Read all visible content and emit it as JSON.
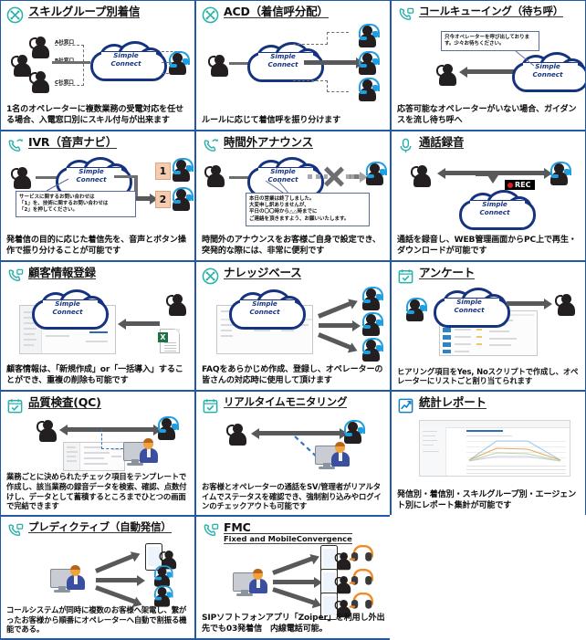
{
  "page": {
    "columns": 3,
    "rows": 5,
    "brand_cloud_label_line1": "Simple",
    "brand_cloud_label_line2": "Connect",
    "colors": {
      "border_blue": "#2159a5",
      "cloud_navy": "#15337f",
      "icon_teal": "#29b0ab",
      "arrow_gray": "#58595b",
      "headset_blue": "#1f9ee0",
      "rec_red": "#e01b22",
      "highlight_yellow": "#fdf35a",
      "numbox_peach": "#f6ccb0",
      "headset_orange": "#f08a24"
    }
  },
  "cells": [
    {
      "id": "skill-group",
      "icon": "skill-node-icon",
      "title": "スキルグループ別着信",
      "subtitle": "",
      "description": "1名のオペレーターに複数業務の受電対応を任せる場合、入電窓口別にスキル付与が出来ます",
      "labels": [
        "A社窓口",
        "B社窓口",
        "C社窓口"
      ]
    },
    {
      "id": "acd",
      "icon": "skill-node-icon",
      "title": "ACD（着信呼分配）",
      "subtitle": "",
      "description": "ルールに応じて着信呼を振り分けます",
      "labels": []
    },
    {
      "id": "call-queuing",
      "icon": "phone-queue-icon",
      "title": "コールキューイング（待ち呼）",
      "subtitle": "",
      "description": "応答可能なオペレーターがいない場合、ガイダンスを流し待ち呼へ",
      "callout": "只今オペレーターを呼び出しております。少々お待ちください。",
      "labels": []
    },
    {
      "id": "ivr",
      "icon": "phone-forward-icon",
      "title": "IVR（音声ナビ）",
      "subtitle": "",
      "description": "発着信の目的に応じた着信先を、音声とボタン操作で振り分けることが可能です",
      "callout_lines": [
        "サービスに関するお問い合わせは",
        "「1」を、技術に関するお問い合わせは",
        "「2」を押してください。"
      ],
      "numbers": [
        "1",
        "2"
      ]
    },
    {
      "id": "after-hours",
      "icon": "phone-forward-icon",
      "title": "時間外アナウンス",
      "subtitle": "",
      "description": "時間外のアナウンスをお客様ご自身で設定でき、突発的な際には、非常に便利です",
      "callout_lines": [
        "本日の営業は終了しました。",
        "大変申し訳ありませんが、",
        "平日の〇〇時から△△時までに",
        "ご連絡を頂きますよう、お願いいたします。"
      ]
    },
    {
      "id": "call-recording",
      "icon": "microphone-icon",
      "title": "通話録音",
      "subtitle": "",
      "description": "通話を録音し、WEB管理画面からPC上で再生・ダウンロードが可能です",
      "badge": "REC"
    },
    {
      "id": "customer-registration",
      "icon": "phone-queue-icon",
      "title": "顧客情報登録",
      "subtitle": "",
      "description": "顧客情報は、「新規作成」or「一括導入」することができ、重複の削除も可能です"
    },
    {
      "id": "knowledge-base",
      "icon": "skill-node-icon",
      "title": "ナレッジベース",
      "subtitle": "",
      "description": "FAQをあらかじめ作成、登録し、オペレーターの皆さんの対応時に使用して頂けます"
    },
    {
      "id": "questionnaire",
      "icon": "checklist-icon",
      "title": "アンケート",
      "subtitle": "",
      "description": "ヒアリング項目をYes, Noスクリプトで作成し、オペレーターにリストごと割り当てられます"
    },
    {
      "id": "quality-check",
      "icon": "checklist-icon",
      "title": "品質検査(QC)",
      "subtitle": "",
      "description": "業務ごとに決められたチェック項目をテンプレートで作成し、該当業務の録音データを検索、確認、点数付けし、データとして蓄積するところまでひとつの画面で完結できます"
    },
    {
      "id": "realtime-monitoring",
      "icon": "checklist-icon",
      "title": "リアルタイムモニタリング",
      "subtitle": "",
      "description": "お客様とオペレーターの通話をSV/管理者がリアルタイムでステータスを確認でき、強制割り込みやログインのチェックアウトも可能です"
    },
    {
      "id": "statistics-report",
      "icon": "chart-report-icon",
      "title": "統計レポート",
      "subtitle": "",
      "description": "発信別・着信別・スキルグループ別・エージェント別にレポート集計が可能です"
    },
    {
      "id": "predictive",
      "icon": "phone-queue-icon",
      "title": "プレディクティブ（自動発信）",
      "subtitle": "",
      "description": "コールシステムが同時に複数のお客様へ架電し、繋がったお客様から順番にオペレーターへ自動で割振る機能である。"
    },
    {
      "id": "fmc",
      "icon": "phone-queue-icon",
      "title": "FMC",
      "subtitle": "Fixed and MobileConvergence",
      "description": "SIPソフトフォンアプリ「Zoiper」を利用し外出先でも03発着信　内線電話可能。"
    }
  ]
}
